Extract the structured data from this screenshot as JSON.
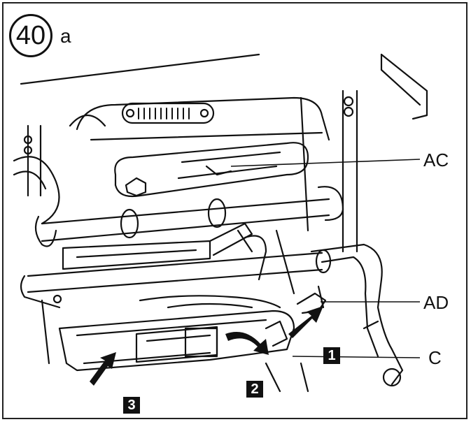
{
  "figure": {
    "number": "40",
    "sub_label": "a"
  },
  "callouts": {
    "ac": "AC",
    "ad": "AD",
    "c": "C"
  },
  "steps": {
    "one": "1",
    "two": "2",
    "three": "3"
  },
  "colors": {
    "line": "#111111",
    "background": "#ffffff"
  }
}
